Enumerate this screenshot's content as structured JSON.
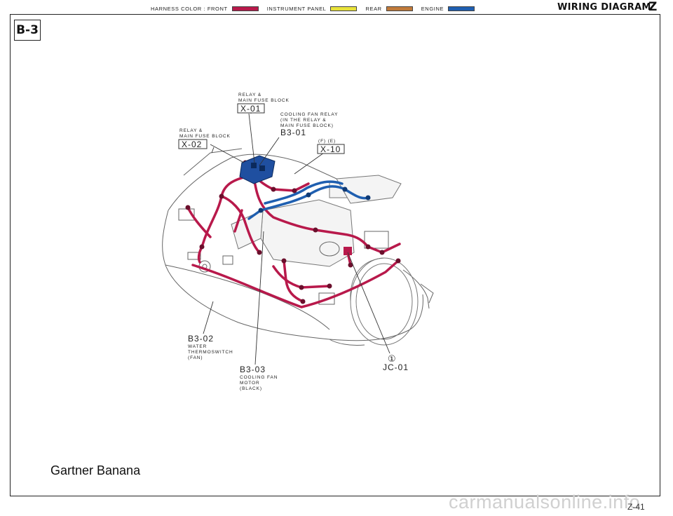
{
  "header": {
    "legend": [
      {
        "label": "HARNESS COLOR : FRONT",
        "color": "#b8194b"
      },
      {
        "label": "INSTRUMENT PANEL",
        "color": "#e8e23a"
      },
      {
        "label": "REAR",
        "color": "#c07a3a"
      },
      {
        "label": "ENGINE",
        "color": "#1f5fb0"
      }
    ],
    "title": "WIRING DIAGRAM",
    "title_suffix": "Z"
  },
  "section_tag": "B-3",
  "callouts": {
    "x01_desc": [
      "RELAY &",
      "MAIN FUSE BLOCK"
    ],
    "x01_code": "X-01",
    "b301_desc": [
      "COOLING FAN RELAY",
      "(IN THE RELAY &",
      "MAIN FUSE BLOCK)"
    ],
    "b301_code": "B3-01",
    "x02_desc": [
      "RELAY &",
      "MAIN FUSE BLOCK"
    ],
    "x02_code": "X-02",
    "x10_desc": "(F) (E)",
    "x10_code": "X-10",
    "b302_code": "B3-02",
    "b302_desc": [
      "WATER",
      "THERMOSWITCH",
      "(FAN)"
    ],
    "b303_code": "B3-03",
    "b303_desc": [
      "COOLING FAN",
      "MOTOR",
      "(BLACK)"
    ],
    "jc01_num": "①",
    "jc01_code": "JC-01"
  },
  "caption": "Gartner Banana",
  "page_number": "Z-41",
  "watermark": "carmanualsonline.info"
}
